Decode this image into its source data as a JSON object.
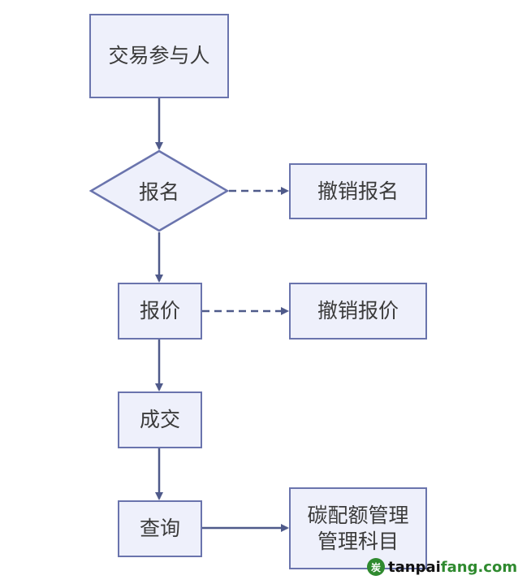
{
  "diagram": {
    "nodes": {
      "participant": "交易参与人",
      "register": "报名",
      "cancel_register": "撤销报名",
      "quote": "报价",
      "cancel_quote": "撤销报价",
      "deal": "成交",
      "query": "查询",
      "quota_mgmt_line1": "碳配额管理",
      "quota_mgmt_line2": "管理科目"
    },
    "colors": {
      "box_fill": "#eef0fb",
      "box_stroke": "#6a74ad",
      "arrow": "#4f5a8a",
      "text": "#3b3b3b"
    }
  },
  "watermark": {
    "logo_letter": "炭",
    "prefix": "tanpai",
    "suffix": "fang.com"
  }
}
